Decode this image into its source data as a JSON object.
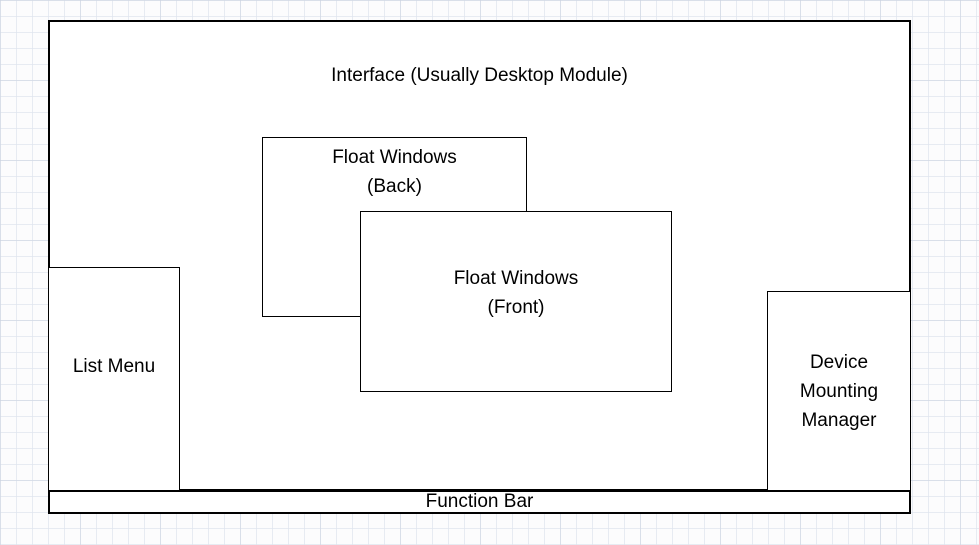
{
  "colors": {
    "shape_fill": "#ffffff",
    "shape_stroke": "#000000",
    "grid_minor": "#e6eaf1",
    "grid_major": "#cdd4e0",
    "canvas_bg": "#fcfcfd"
  },
  "diagram": {
    "interface": {
      "label": "Interface (Usually Desktop Module)"
    },
    "float_back": {
      "line1": "Float Windows",
      "line2": "(Back)"
    },
    "float_front": {
      "line1": "Float Windows",
      "line2": "(Front)"
    },
    "list_menu": {
      "label": "List Menu"
    },
    "device_manager": {
      "line1": "Device",
      "line2": "Mounting",
      "line3": "Manager"
    },
    "function_bar": {
      "label": "Function Bar"
    }
  }
}
